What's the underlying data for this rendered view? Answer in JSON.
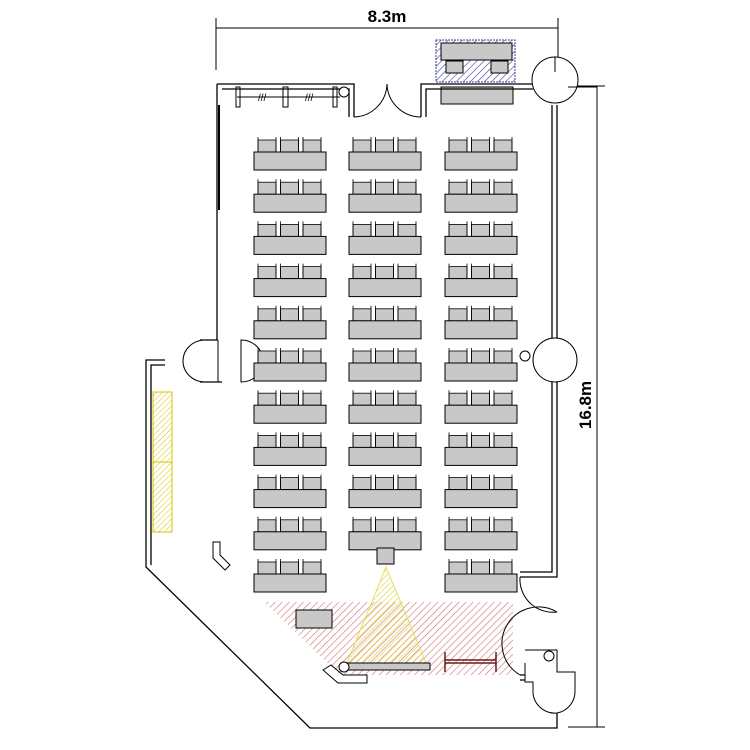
{
  "dimensions": {
    "width_label": "8.3m",
    "height_label": "16.8m"
  },
  "layout": {
    "table_columns": 3,
    "table_rows": 11,
    "chairs_per_table": 3,
    "missing_table": {
      "row": 11,
      "column": 2
    }
  },
  "colors": {
    "table": "#c8c8c8",
    "wall": "#000000",
    "stage_hatch": "#c0504d",
    "projection_beam": "#f5e642",
    "side_panel": "#f3e99a",
    "equipment_hatch": "#3b3b9a"
  }
}
